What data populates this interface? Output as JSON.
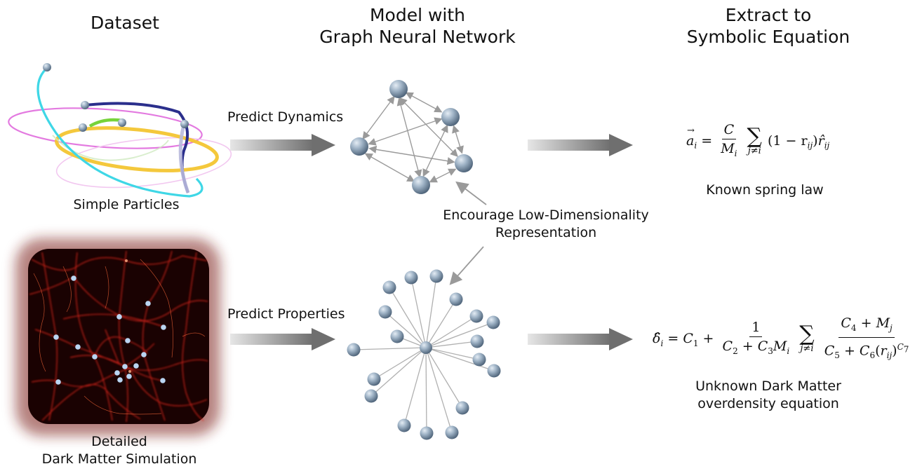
{
  "headers": {
    "dataset": "Dataset",
    "model_line1": "Model with",
    "model_line2": "Graph Neural Network",
    "extract_line1": "Extract to",
    "extract_line2": "Symbolic Equation"
  },
  "top_row": {
    "dataset_label": "Simple Particles",
    "arrow_label": "Predict Dynamics",
    "equation_caption": "Known spring law",
    "equation": {
      "lhs": "a",
      "lhs_sub": "i",
      "frac_num": "C",
      "frac_den": "M",
      "frac_den_sub": "i",
      "sum_sub": "j≠i",
      "body": "(1 − r",
      "body_sub": "ij",
      "body_tail": ")",
      "hat": "r̂",
      "hat_sub": "ij"
    }
  },
  "middle": {
    "note_line1": "Encourage Low-Dimensionality",
    "note_line2": "Representation"
  },
  "bottom_row": {
    "dataset_label_line1": "Detailed",
    "dataset_label_line2": "Dark Matter Simulation",
    "arrow_label": "Predict Properties",
    "equation_caption_line1": "Unknown Dark Matter",
    "equation_caption_line2": "overdensity equation",
    "equation": {
      "lhs": "δ̂",
      "lhs_sub": "i",
      "c1": "C",
      "c1_sub": "1",
      "f1_num": "1",
      "f1_den_a": "C",
      "f1_den_a_sub": "2",
      "f1_den_b": "C",
      "f1_den_b_sub": "3",
      "f1_den_m": "M",
      "f1_den_m_sub": "i",
      "sum_sub": "j≠i",
      "f2_num_a": "C",
      "f2_num_a_sub": "4",
      "f2_num_m": "M",
      "f2_num_m_sub": "j",
      "f2_den_a": "C",
      "f2_den_a_sub": "5",
      "f2_den_b": "C",
      "f2_den_b_sub": "6",
      "f2_den_r": "r",
      "f2_den_r_sub": "ij",
      "f2_den_exp": "C",
      "f2_den_exp_sub": "7"
    }
  },
  "colors": {
    "node_fill": "#8fa4b8",
    "arrow_gray": "#8c8c8c",
    "dark_matter_filament": "#e8261b"
  }
}
